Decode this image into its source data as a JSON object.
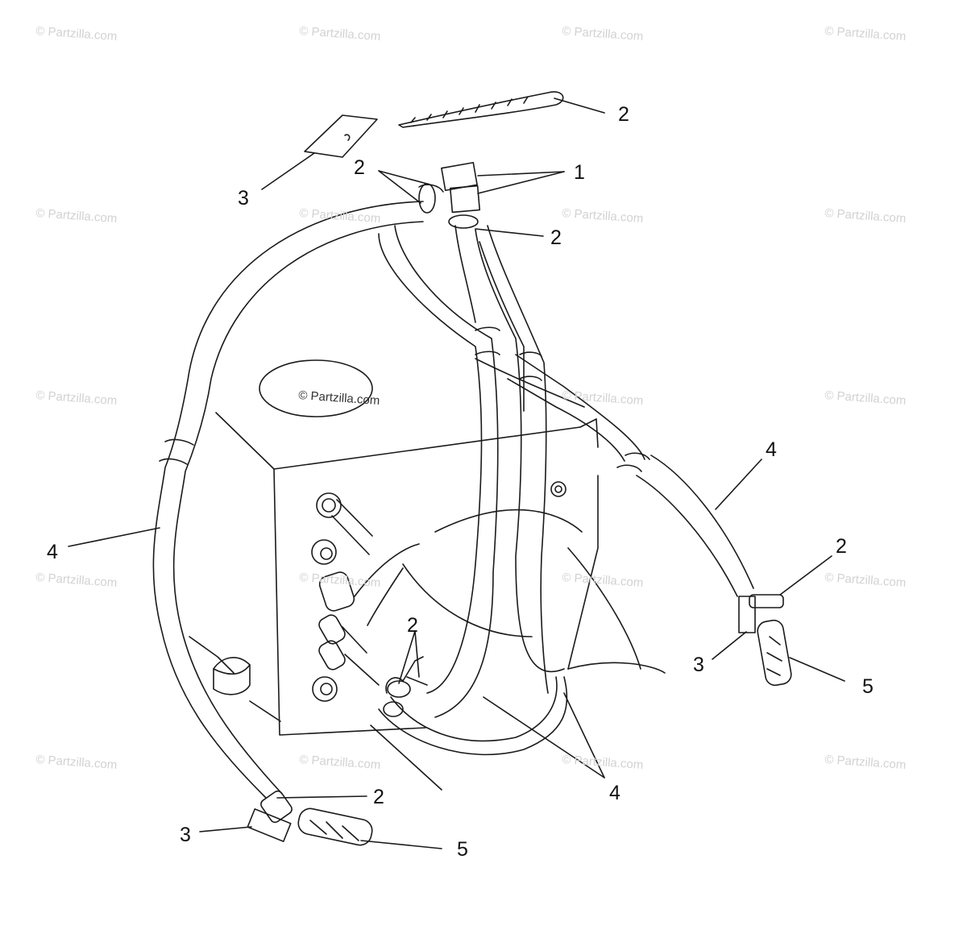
{
  "watermark": "© Partzilla.com",
  "callouts": {
    "c1": "1",
    "c2a": "2",
    "c2b": "2",
    "c2c": "2",
    "c2d": "2",
    "c2e": "2",
    "c2f": "2",
    "c3a": "3",
    "c3b": "3",
    "c3c": "3",
    "c4a": "4",
    "c4b": "4",
    "c4c": "4",
    "c5a": "5",
    "c5b": "5"
  },
  "colors": {
    "ink": "#1a1a1a",
    "watermark": "#d2d2d2"
  }
}
